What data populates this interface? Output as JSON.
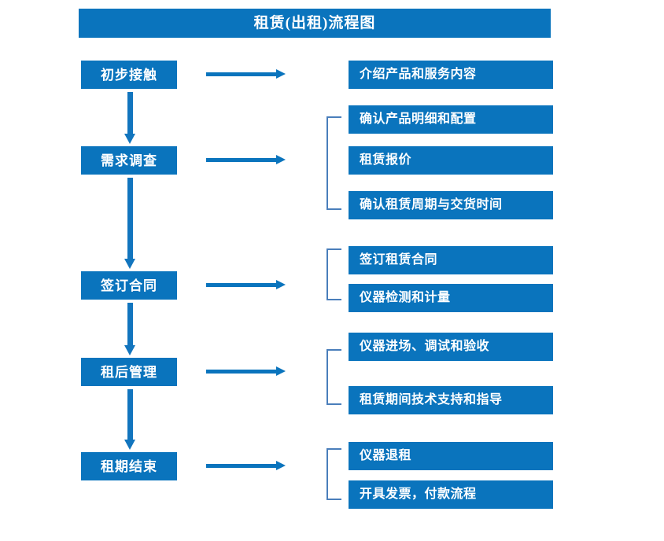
{
  "diagram": {
    "title": "租赁(出租)流程图",
    "accent_color": "#0a74bd",
    "bracket_color": "#4a7ebb",
    "text_color": "#ffffff",
    "background_color": "#ffffff"
  },
  "stages": [
    {
      "label": "初步接触"
    },
    {
      "label": "需求调查"
    },
    {
      "label": "签订合同"
    },
    {
      "label": "租后管理"
    },
    {
      "label": "租期结束"
    }
  ],
  "details": [
    {
      "label": "介绍产品和服务内容"
    },
    {
      "label": "确认产品明细和配置"
    },
    {
      "label": "租赁报价"
    },
    {
      "label": "确认租赁周期与交货时间"
    },
    {
      "label": "签订租赁合同"
    },
    {
      "label": "仪器检测和计量"
    },
    {
      "label": "仪器进场、调试和验收"
    },
    {
      "label": "租赁期间技术支持和指导"
    },
    {
      "label": "仪器退租"
    },
    {
      "label": "开具发票，付款流程"
    }
  ],
  "groups": [
    {
      "stage": "初步接触",
      "detail_indices": [
        0
      ],
      "bracketed": false
    },
    {
      "stage": "需求调查",
      "detail_indices": [
        1,
        2,
        3
      ],
      "bracketed": true
    },
    {
      "stage": "签订合同",
      "detail_indices": [
        4,
        5
      ],
      "bracketed": true
    },
    {
      "stage": "租后管理",
      "detail_indices": [
        6,
        7
      ],
      "bracketed": true
    },
    {
      "stage": "租期结束",
      "detail_indices": [
        8,
        9
      ],
      "bracketed": true
    }
  ]
}
